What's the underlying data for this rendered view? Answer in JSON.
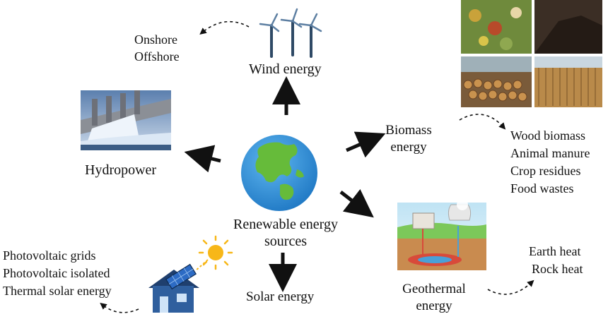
{
  "center": {
    "line1": "Renewable energy",
    "line2": "sources"
  },
  "wind": {
    "label": "Wind energy",
    "subtypes": [
      "Onshore",
      "Offshore"
    ]
  },
  "hydro": {
    "label": "Hydropower"
  },
  "biomass": {
    "line1": "Biomass",
    "line2": "energy",
    "subtypes": [
      "Wood biomass",
      "Animal manure",
      "Crop residues",
      "Food wastes"
    ]
  },
  "geothermal": {
    "line1": "Geothermal",
    "line2": "energy",
    "subtypes": [
      "Earth heat",
      "Rock heat"
    ]
  },
  "solar": {
    "label": "Solar energy",
    "subtypes": [
      "Photovoltaic grids",
      "Photovoltaic isolated",
      "Thermal solar energy"
    ]
  },
  "icons": [
    "globe-icon",
    "wind-turbine-icon",
    "hydropower-dam-image",
    "biomass-photo-collage",
    "geothermal-plant-image",
    "house-solar-panel-icon",
    "sun-icon"
  ],
  "colors": {
    "ocean": "#2a8fd8",
    "land": "#66bb3a",
    "arrow": "#111111",
    "house": "#2f5f9e",
    "sun": "#f7b718"
  }
}
